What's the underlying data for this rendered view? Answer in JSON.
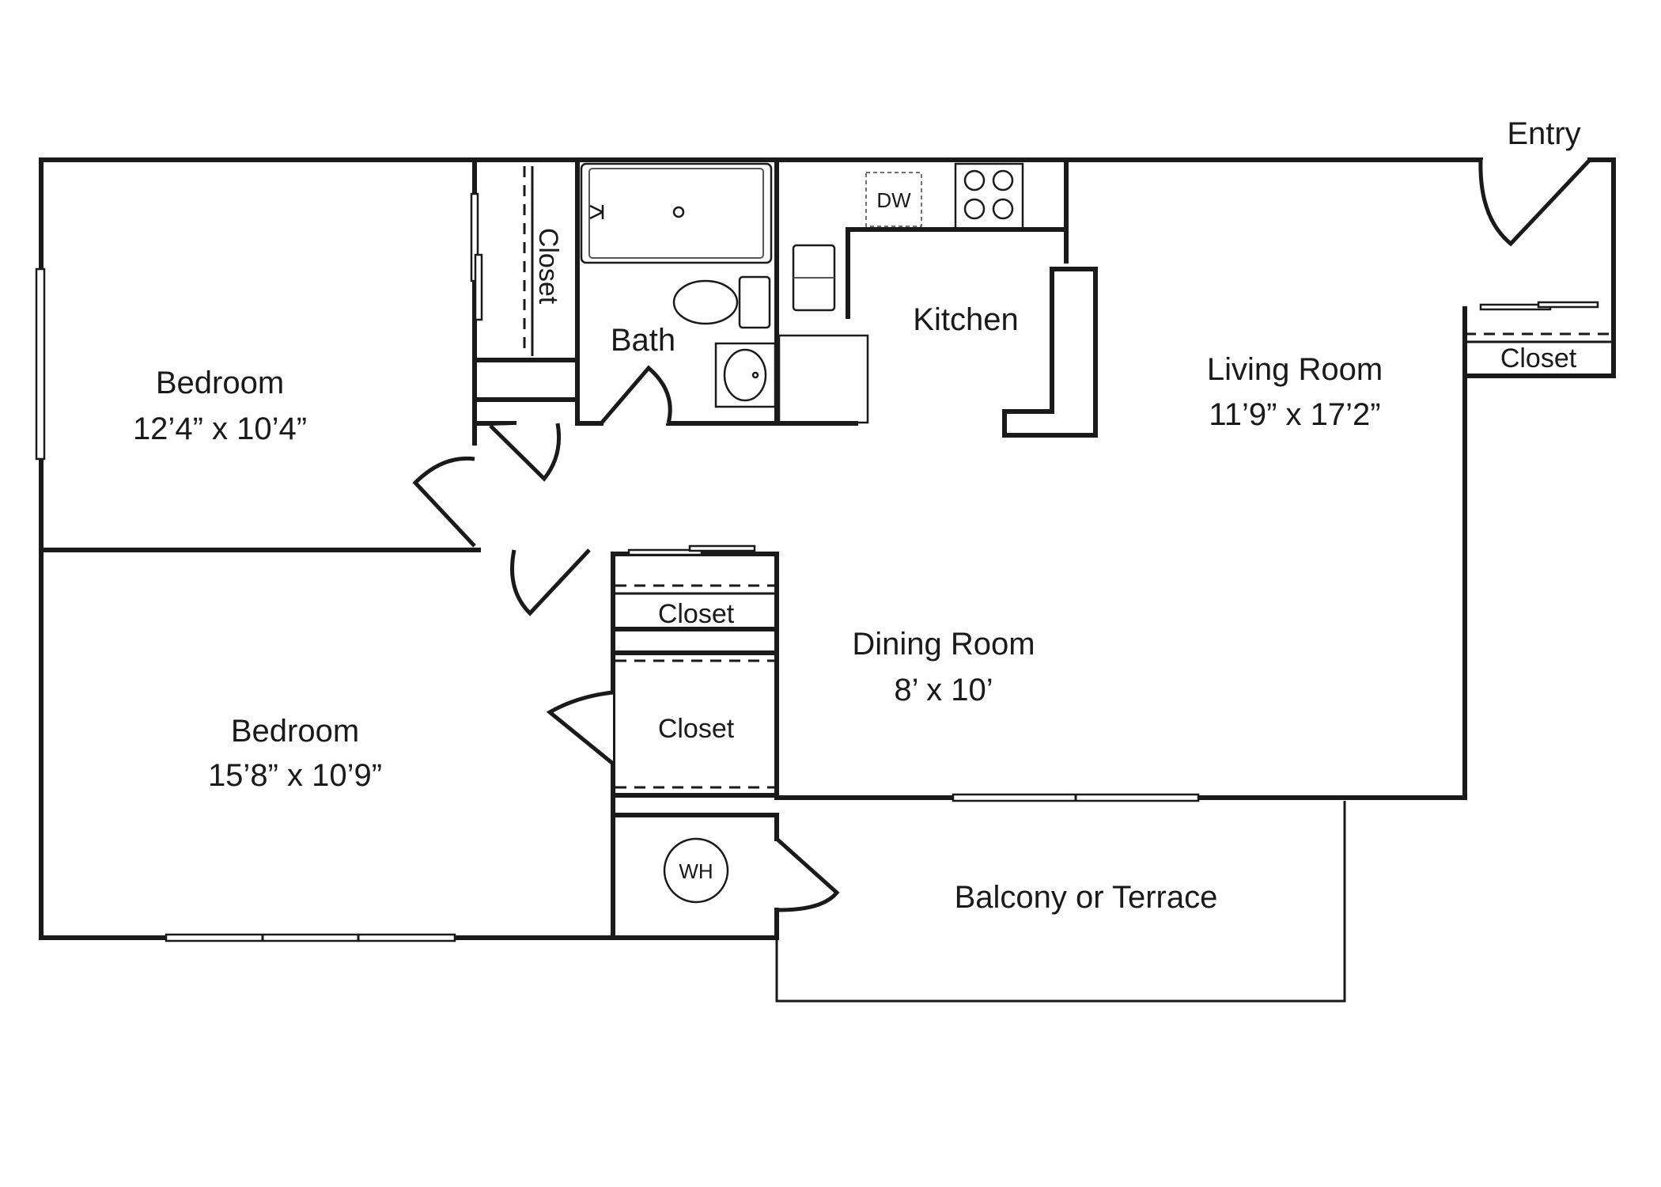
{
  "plan": {
    "entry_label": "Entry",
    "rooms": {
      "bedroom1": {
        "name": "Bedroom",
        "dims": "12’4” x 10’4”"
      },
      "bedroom2": {
        "name": "Bedroom",
        "dims": "15’8” x 10’9”"
      },
      "bath": {
        "name": "Bath"
      },
      "kitchen": {
        "name": "Kitchen"
      },
      "living": {
        "name": "Living Room",
        "dims": "11’9” x 17’2”"
      },
      "dining": {
        "name": "Dining Room",
        "dims": "8’ x 10’"
      },
      "balcony": {
        "name": "Balcony or Terrace"
      }
    },
    "closets": {
      "bedroom1_closet": "Closet",
      "entry_closet": "Closet",
      "hall_closet": "Closet",
      "bedroom2_closet": "Closet"
    },
    "appliances": {
      "dishwasher": "DW",
      "water_heater": "WH"
    }
  }
}
